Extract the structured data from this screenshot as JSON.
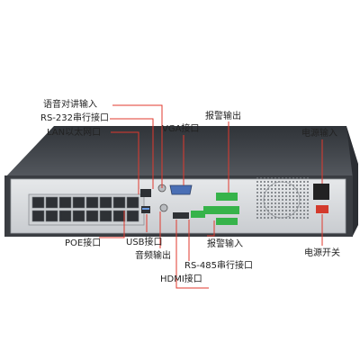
{
  "colors": {
    "leader_line": "#e0392e",
    "chassis_top": "#3f4349",
    "panel": "#dcdfe2",
    "terminal_green": "#36b34a"
  },
  "callouts": {
    "audio_in": "语音对讲输入",
    "rs232": "RS-232串行接口",
    "lan": "LAN以太网口",
    "vga": "VGA接口",
    "alarm_out": "报警输出",
    "power_in": "电源输入",
    "poe": "POE接口",
    "usb": "USB接口",
    "audio_out": "音频输出",
    "alarm_in": "报警输入",
    "power_switch": "电源开关",
    "rs485": "RS-485串行接口",
    "hdmi": "HDMI接口"
  }
}
